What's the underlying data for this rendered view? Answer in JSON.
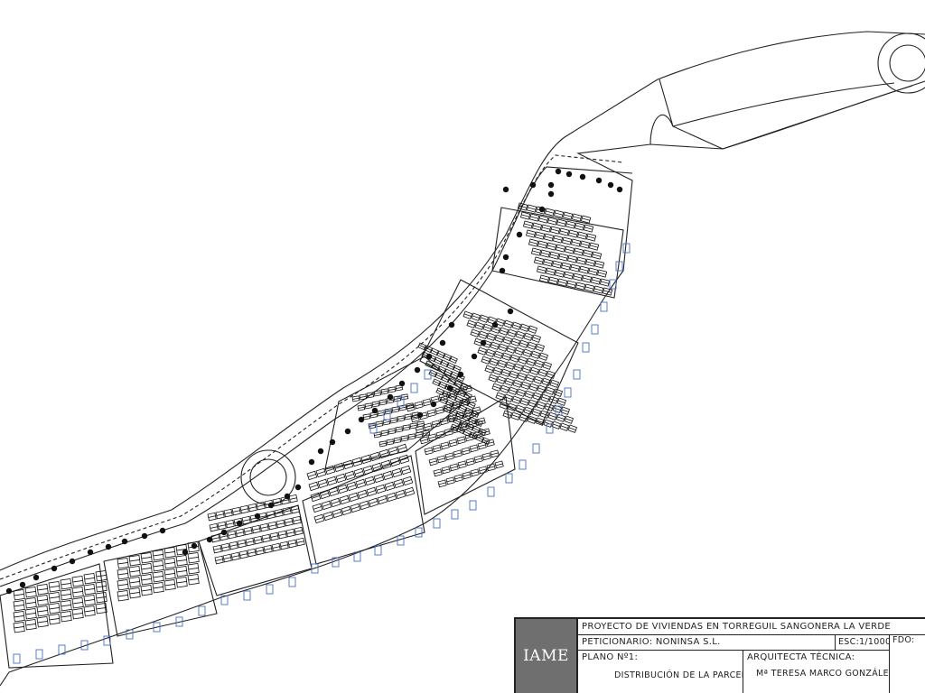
{
  "titleblock": {
    "logo": "IAME",
    "project": "PROYECTO DE VIVIENDAS EN TORREGUIL SANGONERA LA VERDE",
    "petitioner_label": "PETICIONARIO:",
    "petitioner": "NONINSA S.L.",
    "scale": "ESC:1/1000",
    "signed": "FDO:",
    "plan_label": "PLANO Nº1:",
    "plan_title": "DISTRIBUCIÓN DE LA PARCELA",
    "architect_label": "ARQUITECTA TÉCNICA:",
    "architect_name": "Mª TERESA MARCO GONZÁLEZ"
  },
  "colors": {
    "line": "#222222",
    "logo_bg": "#6f6f6f",
    "parking": "#4a6fc2"
  },
  "icons": [
    "tree-icon",
    "house-block-icon",
    "parking-space-icon",
    "roundabout-icon"
  ]
}
